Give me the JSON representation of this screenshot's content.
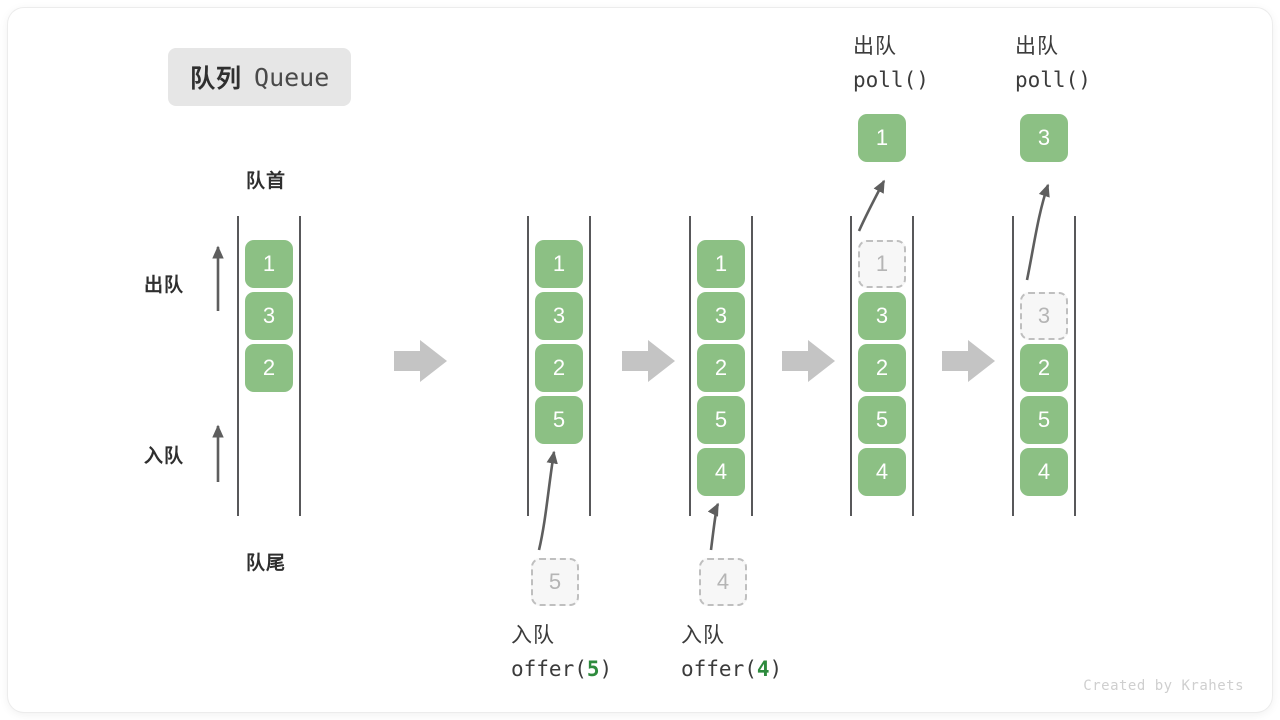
{
  "title": {
    "cn": "队列",
    "en": "Queue"
  },
  "labels": {
    "head": "队首",
    "tail": "队尾",
    "dequeue_side": "出队",
    "enqueue_side": "入队"
  },
  "watermark": "Created by Krahets",
  "colors": {
    "element_fill": "#8cc084",
    "element_text": "#ffffff",
    "ghost_fill": "#f7f7f7",
    "ghost_border": "#bfbfbf",
    "ghost_text": "#b5b5b5",
    "rail": "#58585a",
    "arrow_gray": "#c4c4c4",
    "curve_arrow": "#5e5e5e",
    "badge_bg": "#e6e6e6",
    "accent_green": "#2e8b3d"
  },
  "columns": [
    {
      "name": "initial",
      "slots": [
        {
          "value": "1",
          "state": "filled"
        },
        {
          "value": "3",
          "state": "filled"
        },
        {
          "value": "2",
          "state": "filled"
        },
        {
          "value": "",
          "state": "empty"
        },
        {
          "value": "",
          "state": "empty"
        }
      ]
    },
    {
      "name": "after-offer-5",
      "slots": [
        {
          "value": "1",
          "state": "filled"
        },
        {
          "value": "3",
          "state": "filled"
        },
        {
          "value": "2",
          "state": "filled"
        },
        {
          "value": "5",
          "state": "filled"
        },
        {
          "value": "",
          "state": "empty"
        }
      ],
      "pending": {
        "value": "5",
        "state": "ghost"
      },
      "caption": {
        "cn": "入队",
        "code_prefix": "offer(",
        "arg": "5",
        "code_suffix": ")"
      }
    },
    {
      "name": "after-offer-4",
      "slots": [
        {
          "value": "1",
          "state": "filled"
        },
        {
          "value": "3",
          "state": "filled"
        },
        {
          "value": "2",
          "state": "filled"
        },
        {
          "value": "5",
          "state": "filled"
        },
        {
          "value": "4",
          "state": "filled"
        }
      ],
      "pending": {
        "value": "4",
        "state": "ghost"
      },
      "caption": {
        "cn": "入队",
        "code_prefix": "offer(",
        "arg": "4",
        "code_suffix": ")"
      }
    },
    {
      "name": "after-poll-1",
      "slots": [
        {
          "value": "1",
          "state": "ghost"
        },
        {
          "value": "3",
          "state": "filled"
        },
        {
          "value": "2",
          "state": "filled"
        },
        {
          "value": "5",
          "state": "filled"
        },
        {
          "value": "4",
          "state": "filled"
        }
      ],
      "popped": {
        "value": "1",
        "state": "filled"
      },
      "header": {
        "cn": "出队",
        "code": "poll()"
      }
    },
    {
      "name": "after-poll-3",
      "slots": [
        {
          "value": "",
          "state": "empty"
        },
        {
          "value": "3",
          "state": "ghost"
        },
        {
          "value": "2",
          "state": "filled"
        },
        {
          "value": "5",
          "state": "filled"
        },
        {
          "value": "4",
          "state": "filled"
        }
      ],
      "popped": {
        "value": "3",
        "state": "filled"
      },
      "header": {
        "cn": "出队",
        "code": "poll()"
      }
    }
  ]
}
